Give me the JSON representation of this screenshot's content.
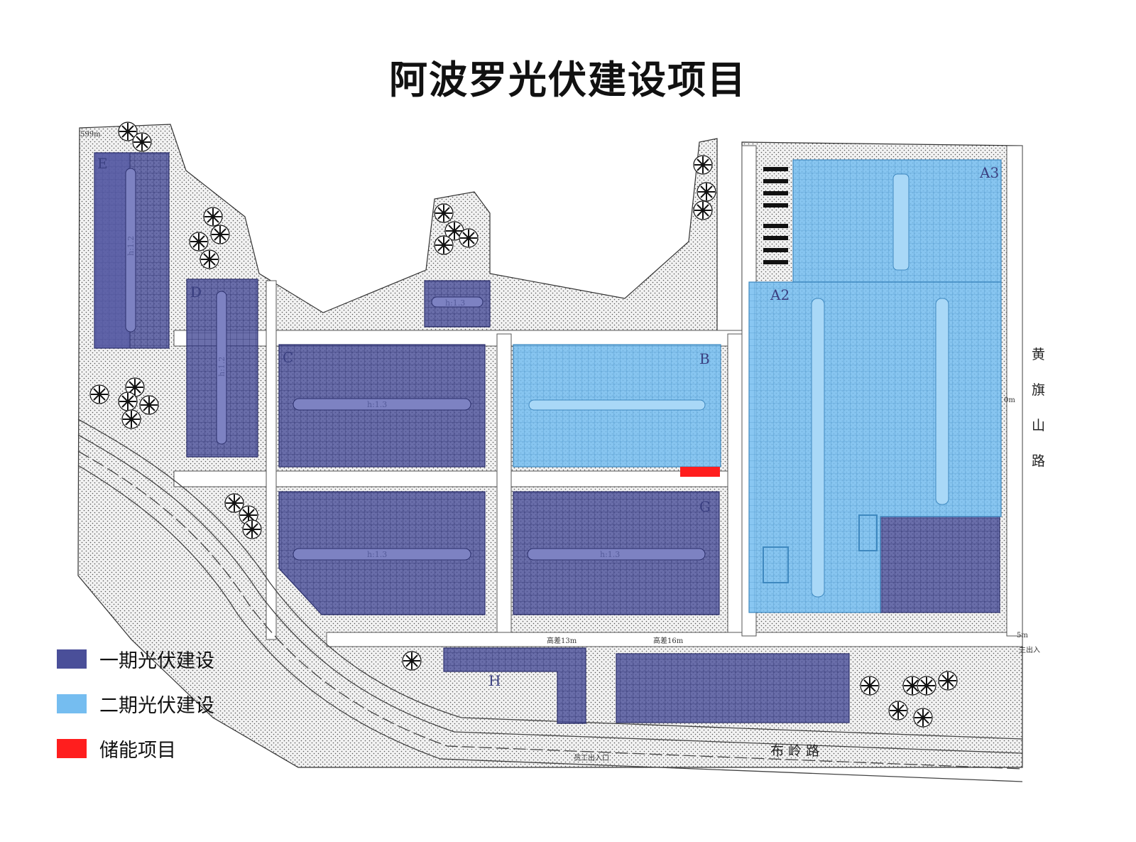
{
  "title": "阿波罗光伏建设项目",
  "legend": [
    {
      "label": "一期光伏建设",
      "color": "#4a4f99"
    },
    {
      "label": "二期光伏建设",
      "color": "#75bdf0"
    },
    {
      "label": "储能项目",
      "color": "#ff1e1e"
    }
  ],
  "buildings": {
    "E": "E",
    "D": "D",
    "C": "C",
    "B": "B",
    "G": "G",
    "H": "H",
    "A2": "A2",
    "A3": "A3"
  },
  "height_labels": {
    "e": "h:1.2",
    "d": "h:1.2",
    "small": "h:1.3",
    "c": "h:1.3",
    "f": "h:1.3",
    "g": "h:1.3"
  },
  "roads": {
    "bottom": "布 岭 路",
    "right": [
      "黄",
      "旗",
      "山",
      "路"
    ]
  },
  "notes": {
    "gap1": "高差13m",
    "gap2": "高差16m",
    "staff_entrance": "员工出入口",
    "main_entrance": "主出入",
    "width_599": "599m",
    "width_5m": "5m",
    "width_0m": "0m"
  },
  "colors": {
    "phase1": "#4a4f99",
    "phase2": "#75bdf0",
    "storage": "#ff1e1e"
  }
}
